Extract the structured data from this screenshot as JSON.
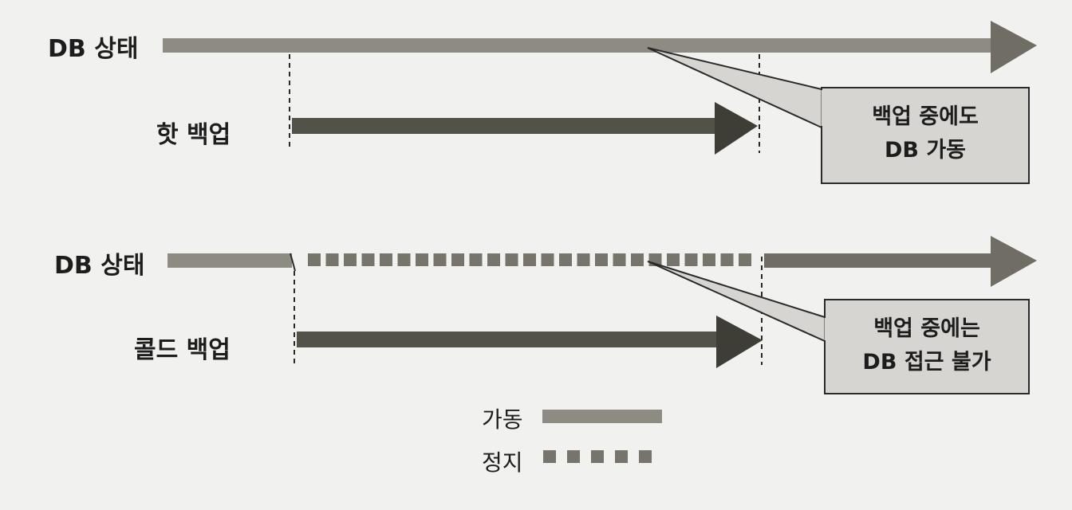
{
  "diagram": {
    "hot": {
      "db_label": "DB 상태",
      "backup_label": "핫 백업",
      "callout": [
        "백업 중에도",
        "DB 가동"
      ]
    },
    "cold": {
      "db_label": "DB 상태",
      "backup_label": "콜드 백업",
      "callout": [
        "백업 중에는",
        "DB 접근 불가"
      ]
    },
    "legend": {
      "running": "가동",
      "stopped": "정지"
    },
    "colors": {
      "running_bar": "#8e8c82",
      "backup_arrow": "#525249",
      "callout_fill": "#d6d5d1",
      "outline": "#2a2a2a"
    }
  }
}
